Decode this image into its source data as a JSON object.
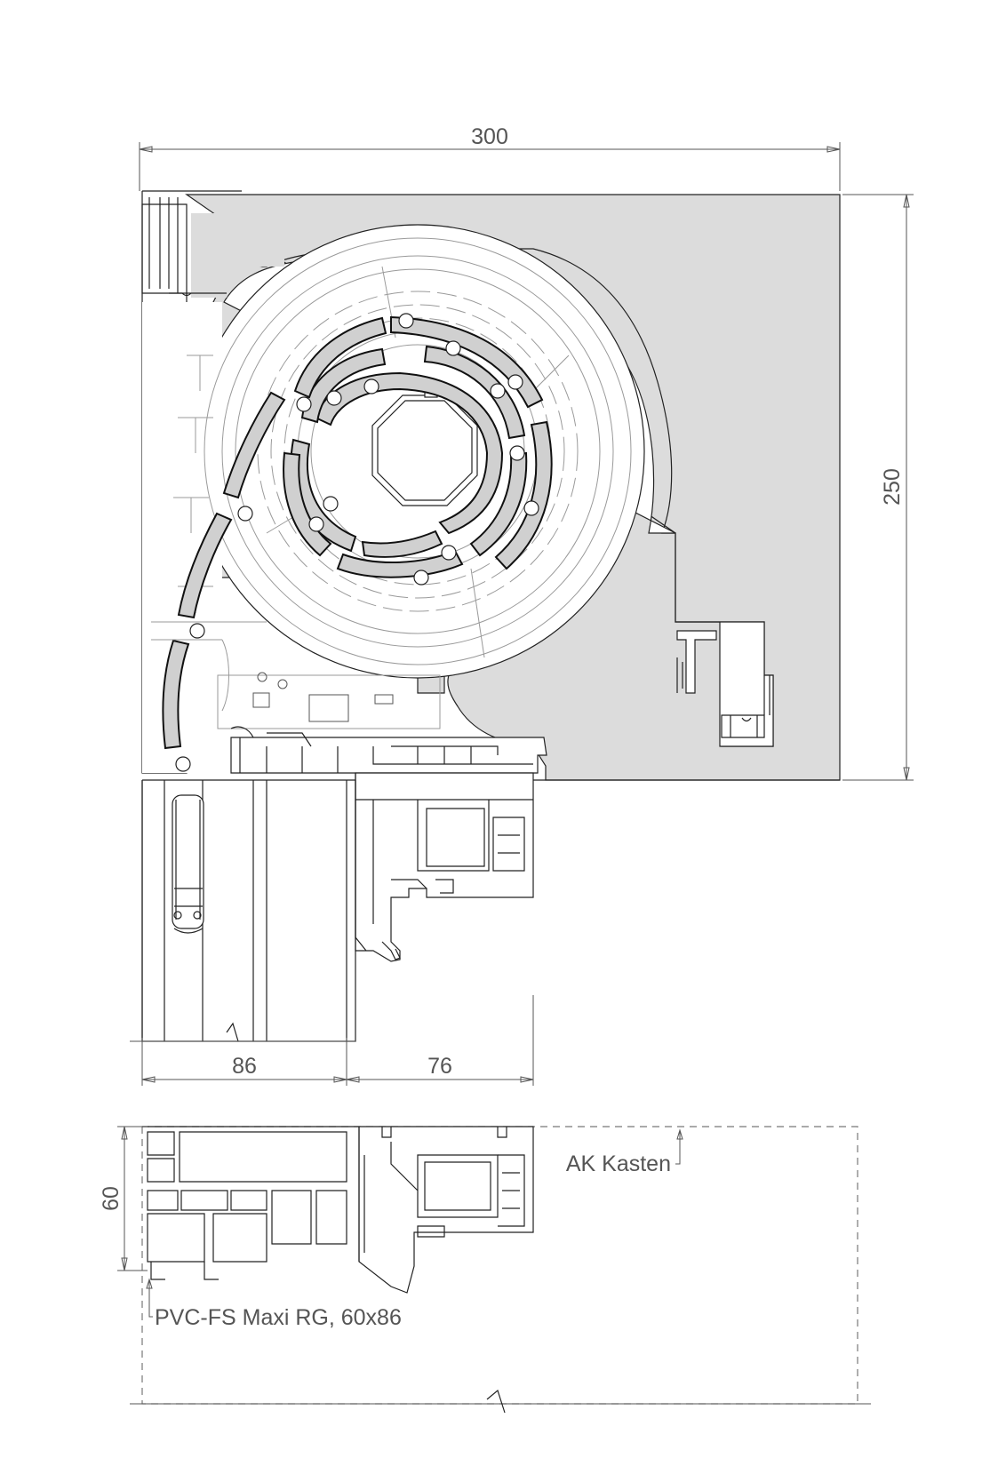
{
  "dimensions": {
    "box_width": "300",
    "box_height": "250",
    "window_depth": "86",
    "frame_depth": "76",
    "section_height": "60"
  },
  "labels": {
    "kasten": "AK Kasten",
    "profile": "PVC-FS Maxi RG, 60x86"
  }
}
